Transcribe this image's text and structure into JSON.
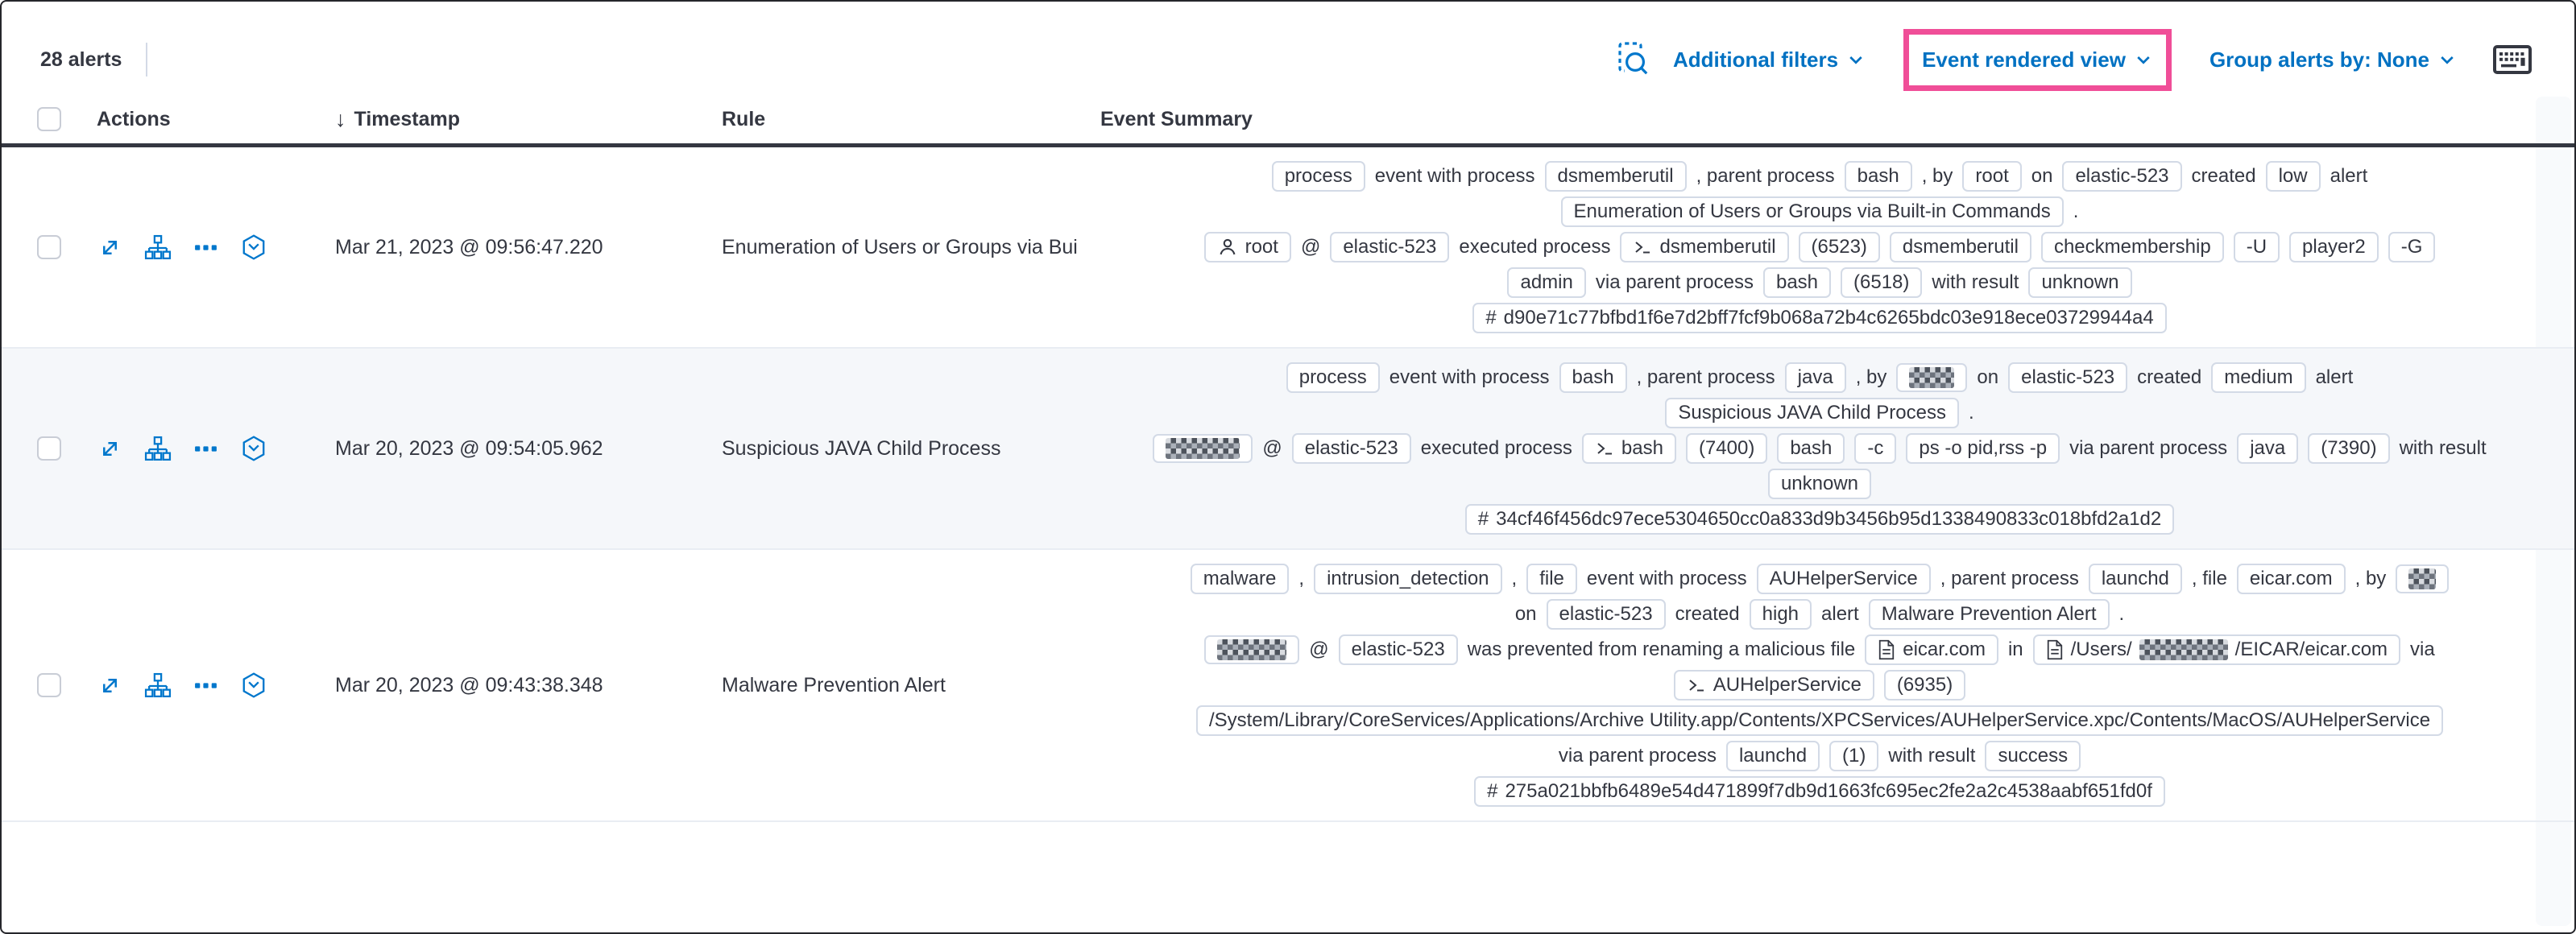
{
  "colors": {
    "accent_pink": "#f04e98",
    "link_blue": "#0071c2",
    "icon_blue": "#0077cc",
    "text": "#343741",
    "badge_border": "#d3dae6",
    "stripe_bg": "#f5f7fa",
    "header_border": "#343741"
  },
  "toolbar": {
    "alerts_count": "28 alerts",
    "inspect_icon": "inspect-icon",
    "additional_filters_label": "Additional filters",
    "view_selector_label": "Event rendered view",
    "group_alerts_label": "Group alerts by: None",
    "keyboard_icon": "keyboard-icon"
  },
  "table": {
    "headers": {
      "actions": "Actions",
      "sort_glyph": "↓",
      "timestamp": "Timestamp",
      "rule": "Rule",
      "event_summary": "Event Summary"
    },
    "action_icons": [
      "expand-alert-icon",
      "analyze-event-icon",
      "more-actions-icon",
      "open-session-view-icon"
    ],
    "rows": [
      {
        "timestamp": "Mar 21, 2023 @ 09:56:47.220",
        "rule": "Enumeration of Users or Groups via Bui",
        "summary": [
          [
            {
              "badge": "process"
            },
            {
              "text": "event with process"
            },
            {
              "badge": "dsmemberutil"
            },
            {
              "text": ", parent process"
            },
            {
              "badge": "bash"
            },
            {
              "text": ", by"
            },
            {
              "badge": "root"
            },
            {
              "text": "on"
            },
            {
              "badge": "elastic-523"
            },
            {
              "text": "created"
            },
            {
              "badge": "low"
            },
            {
              "text": "alert"
            }
          ],
          [
            {
              "badge": "Enumeration of Users or Groups via Built-in Commands"
            },
            {
              "text": "."
            }
          ],
          [
            {
              "badge": "root",
              "icon": "user"
            },
            {
              "text": "@"
            },
            {
              "badge": "elastic-523"
            },
            {
              "text": "executed process"
            },
            {
              "badge": "dsmemberutil",
              "icon": "terminal"
            },
            {
              "badge": "(6523)"
            },
            {
              "badge": "dsmemberutil"
            },
            {
              "badge": "checkmembership"
            },
            {
              "badge": "-U"
            },
            {
              "badge": "player2"
            },
            {
              "badge": "-G"
            }
          ],
          [
            {
              "badge": "admin"
            },
            {
              "text": "via parent process"
            },
            {
              "badge": "bash"
            },
            {
              "badge": "(6518)"
            },
            {
              "text": "with result"
            },
            {
              "badge": "unknown"
            }
          ],
          [
            {
              "badge": "d90e71c77bfbd1f6e7d2bff7fcf9b068a72b4c6265bdc03e918ece03729944a4",
              "icon": "hash"
            }
          ]
        ]
      },
      {
        "timestamp": "Mar 20, 2023 @ 09:54:05.962",
        "rule": "Suspicious JAVA Child Process",
        "summary": [
          [
            {
              "badge": "process"
            },
            {
              "text": "event with process"
            },
            {
              "badge": "bash"
            },
            {
              "text": ", parent process"
            },
            {
              "badge": "java"
            },
            {
              "text": ", by"
            },
            {
              "redact": 56
            },
            {
              "text": "on"
            },
            {
              "badge": "elastic-523"
            },
            {
              "text": "created"
            },
            {
              "badge": "medium"
            },
            {
              "text": "alert"
            }
          ],
          [
            {
              "badge": "Suspicious JAVA Child Process"
            },
            {
              "text": "."
            }
          ],
          [
            {
              "redact": 92
            },
            {
              "text": "@"
            },
            {
              "badge": "elastic-523"
            },
            {
              "text": "executed process"
            },
            {
              "badge": "bash",
              "icon": "terminal"
            },
            {
              "badge": "(7400)"
            },
            {
              "badge": "bash"
            },
            {
              "badge": "-c"
            },
            {
              "badge": "ps -o pid,rss -p"
            },
            {
              "text": "via parent process"
            },
            {
              "badge": "java"
            },
            {
              "badge": "(7390)"
            },
            {
              "text": "with result"
            }
          ],
          [
            {
              "badge": "unknown"
            }
          ],
          [
            {
              "badge": "34cf46f456dc97ece5304650cc0a833d9b3456b95d1338490833c018bfd2a1d2",
              "icon": "hash"
            }
          ]
        ]
      },
      {
        "timestamp": "Mar 20, 2023 @ 09:43:38.348",
        "rule": "Malware Prevention Alert",
        "summary": [
          [
            {
              "badge": "malware"
            },
            {
              "text": ","
            },
            {
              "badge": "intrusion_detection"
            },
            {
              "text": ","
            },
            {
              "badge": "file"
            },
            {
              "text": "event with process"
            },
            {
              "badge": "AUHelperService"
            },
            {
              "text": ", parent process"
            },
            {
              "badge": "launchd"
            },
            {
              "text": ", file"
            },
            {
              "badge": "eicar.com"
            },
            {
              "text": ", by"
            },
            {
              "redact": 34
            }
          ],
          [
            {
              "text": "on"
            },
            {
              "badge": "elastic-523"
            },
            {
              "text": "created"
            },
            {
              "badge": "high"
            },
            {
              "text": "alert"
            },
            {
              "badge": "Malware Prevention Alert"
            },
            {
              "text": "."
            }
          ],
          [
            {
              "redact": 86
            },
            {
              "text": "@"
            },
            {
              "badge": "elastic-523"
            },
            {
              "text": "was prevented from renaming a malicious file"
            },
            {
              "badge": "eicar.com",
              "icon": "file"
            },
            {
              "text": "in"
            },
            {
              "icon": "file",
              "parts": [
                {
                  "t": "/Users/"
                },
                {
                  "r": 110
                },
                {
                  "t": "/EICAR/eicar.com"
                }
              ]
            },
            {
              "text": "via"
            }
          ],
          [
            {
              "badge": "AUHelperService",
              "icon": "terminal"
            },
            {
              "badge": "(6935)"
            }
          ],
          [
            {
              "badge": "/System/Library/CoreServices/Applications/Archive Utility.app/Contents/XPCServices/AUHelperService.xpc/Contents/MacOS/AUHelperService"
            }
          ],
          [
            {
              "text": "via parent process"
            },
            {
              "badge": "launchd"
            },
            {
              "badge": "(1)"
            },
            {
              "text": "with result"
            },
            {
              "badge": "success"
            }
          ],
          [
            {
              "badge": "275a021bbfb6489e54d471899f7db9d1663fc695ec2fe2a2c4538aabf651fd0f",
              "icon": "hash"
            }
          ]
        ]
      }
    ]
  }
}
